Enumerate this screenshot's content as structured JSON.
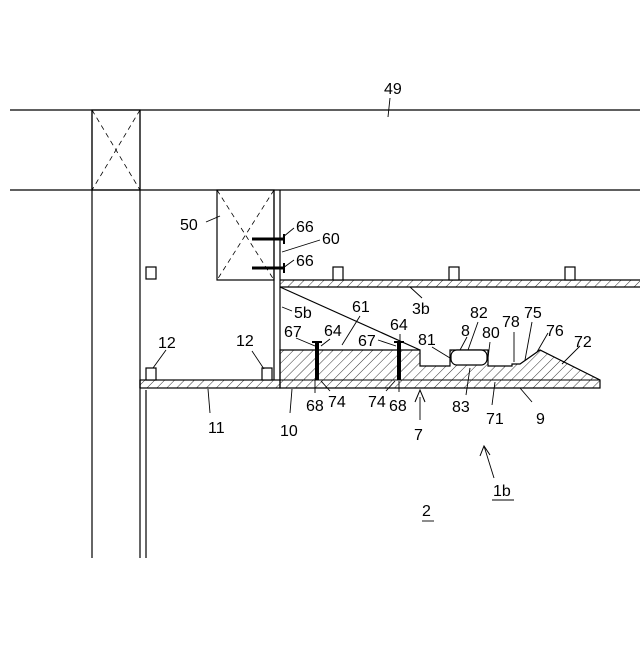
{
  "labels": {
    "l49": "49",
    "l50": "50",
    "l66a": "66",
    "l60": "60",
    "l66b": "66",
    "l3b": "3b",
    "l5b": "5b",
    "l61": "61",
    "l82": "82",
    "l8": "8",
    "l80": "80",
    "l78": "78",
    "l75": "75",
    "l76": "76",
    "l72": "72",
    "l67a": "67",
    "l64a": "64",
    "l67b": "67",
    "l64b": "64",
    "l81": "81",
    "l12a": "12",
    "l12b": "12",
    "l68a": "68",
    "l74a": "74",
    "l74b": "74",
    "l68b": "68",
    "l83": "83",
    "l71": "71",
    "l9": "9",
    "l11": "11",
    "l10": "10",
    "l7": "7",
    "l1b": "1b",
    "l2": "2"
  }
}
